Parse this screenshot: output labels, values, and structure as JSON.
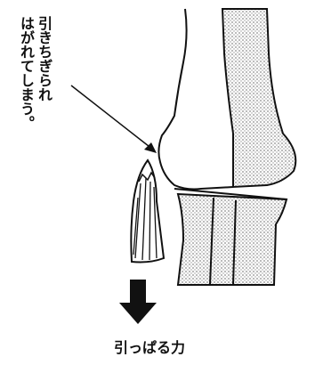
{
  "annotation": {
    "line1": "引きちぎられ",
    "line2": "はがれてしまう。"
  },
  "caption": "引っぱる力",
  "colors": {
    "ink": "#111111",
    "bone_shade": "#8c8c8c",
    "background": "#ffffff"
  },
  "icons": {
    "pull_arrow": "arrow-down-icon"
  }
}
